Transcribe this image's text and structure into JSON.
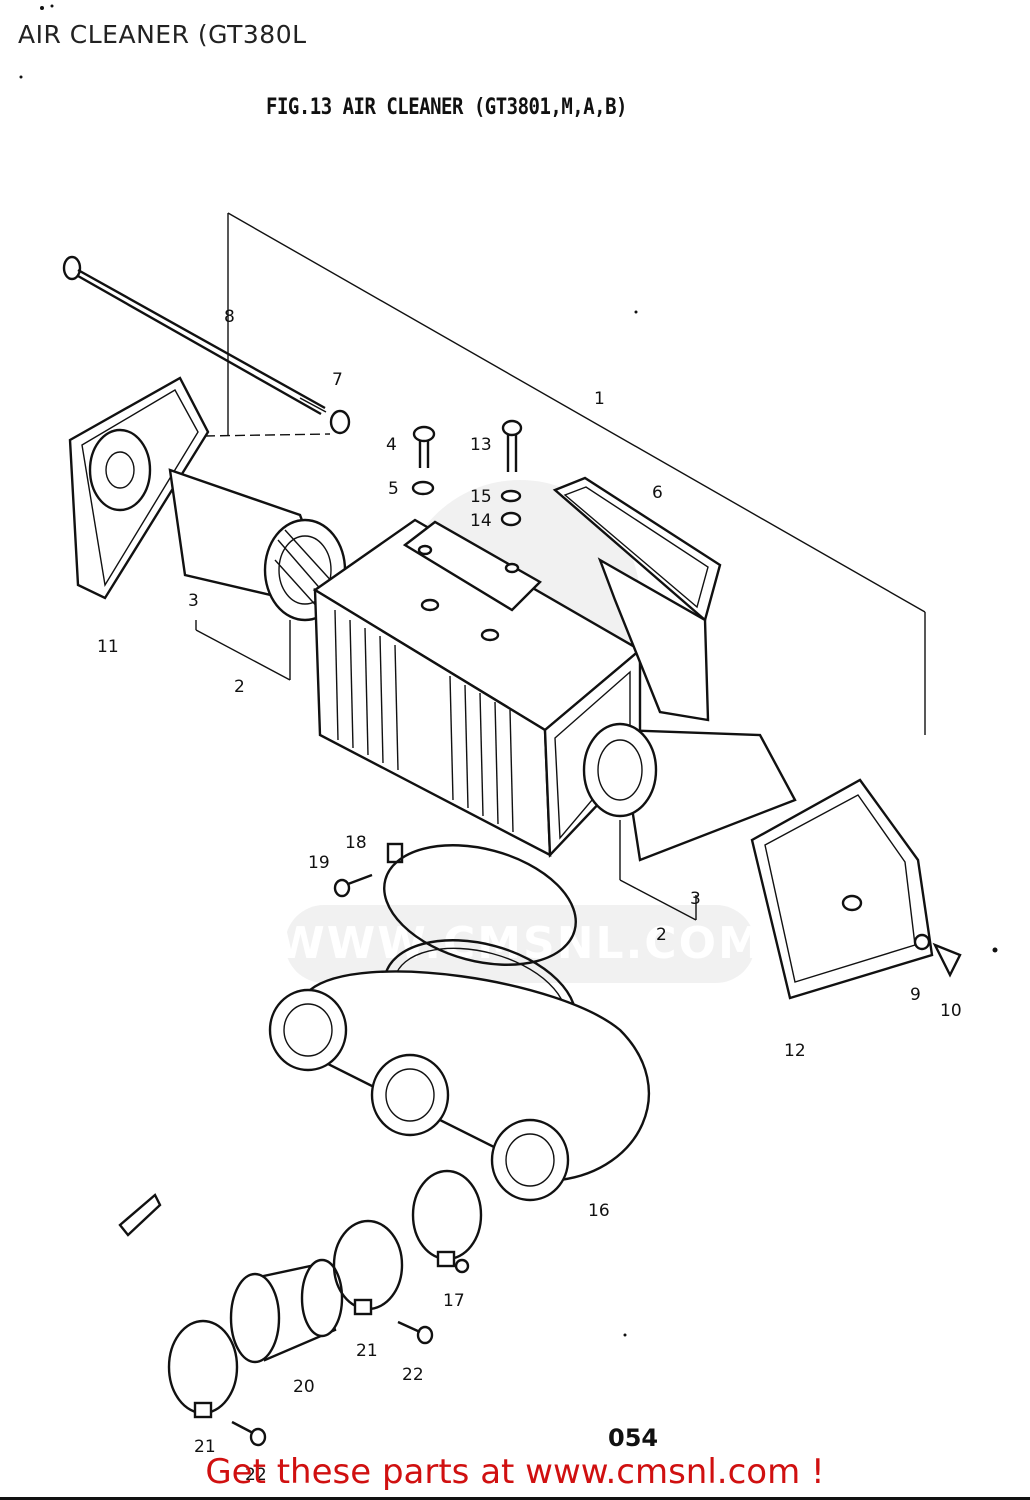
{
  "page": {
    "title": "AIR CLEANER (GT380L"
  },
  "figure": {
    "caption": "FIG.13  AIR CLEANER (GT3801,M,A,B)",
    "plate_number": "054",
    "callouts": [
      "1",
      "2",
      "3",
      "4",
      "5",
      "6",
      "7",
      "8",
      "9",
      "10",
      "11",
      "12",
      "13",
      "14",
      "15",
      "16",
      "17",
      "18",
      "19",
      "20",
      "21",
      "22",
      "2",
      "3",
      "21",
      "22"
    ],
    "watermark": "WWW.CMSNL.COM"
  },
  "footer": {
    "text": "Get these parts at www.cmsnl.com !"
  },
  "colors": {
    "ink": "#111111",
    "footer_red": "#d01010",
    "watermark_grey": "#e6e6e6"
  }
}
